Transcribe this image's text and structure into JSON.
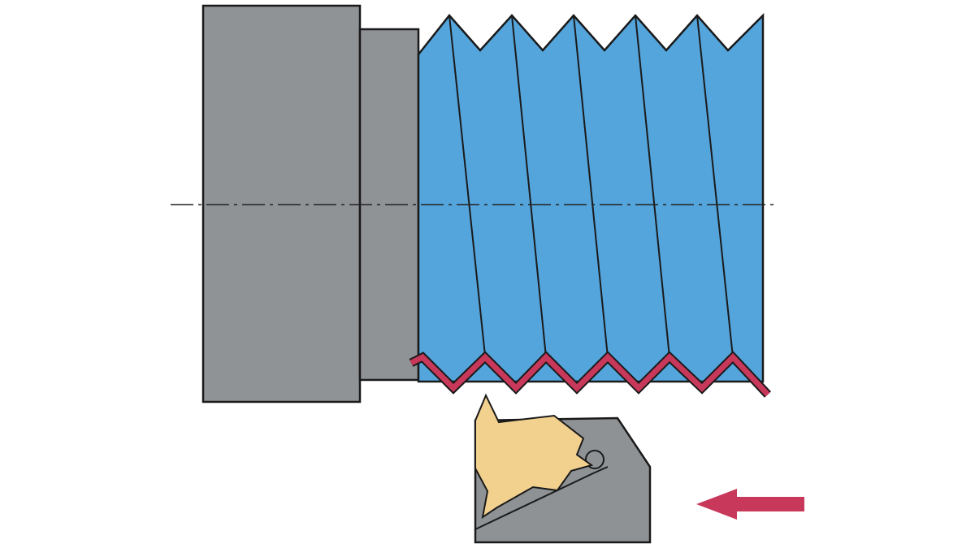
{
  "diagram": {
    "subject": "thread-turning-operation",
    "colors": {
      "background": "#ffffff",
      "workpiece_body": "#909396",
      "thread_section": "#54a5dc",
      "cut_profile": "#c8385a",
      "insert": "#f2d18f",
      "tool_holder": "#8f9295",
      "outline": "#1a1a1a",
      "centerline": "#222222",
      "feed_arrow": "#c8385a"
    },
    "parts": [
      "workpiece-body",
      "workpiece-shoulder",
      "threaded-section",
      "helix-lines",
      "thread-profile-cut",
      "cutting-insert",
      "tool-holder",
      "feed-direction-arrow",
      "centerline"
    ],
    "feed_direction": "left"
  }
}
